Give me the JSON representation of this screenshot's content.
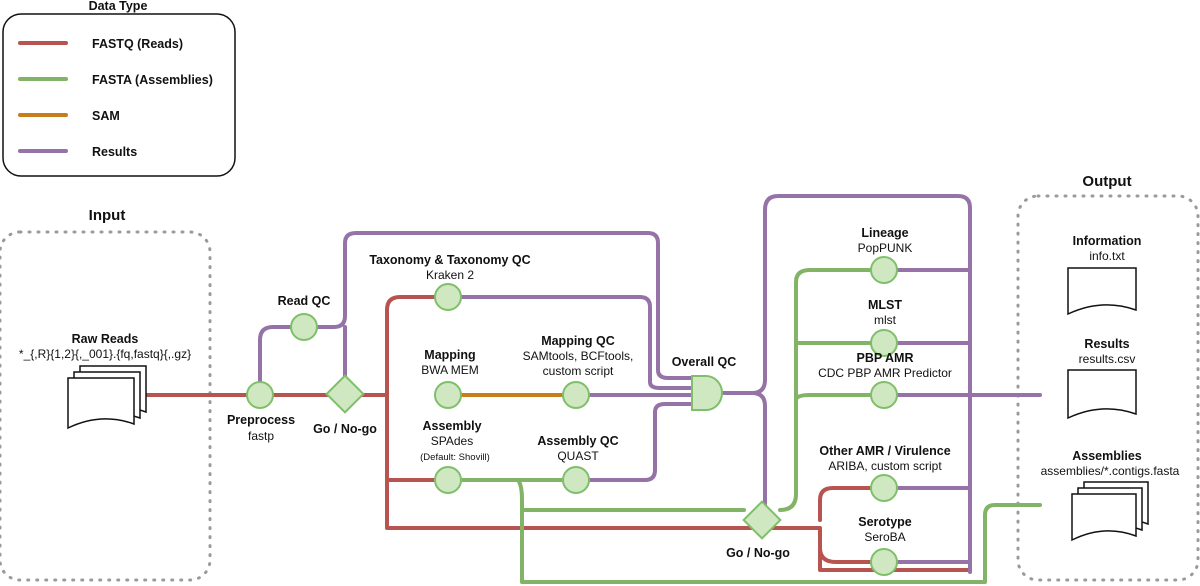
{
  "legend": {
    "title": "Data Type",
    "items": [
      {
        "label": "FASTQ (Reads)",
        "color": "#b85450"
      },
      {
        "label": "FASTA (Assemblies)",
        "color": "#82b366"
      },
      {
        "label": "SAM",
        "color": "#c87d1b"
      },
      {
        "label": "Results",
        "color": "#9673a6"
      }
    ]
  },
  "colors": {
    "reads": "#b85450",
    "assemblies": "#82b366",
    "sam": "#c87d1b",
    "results": "#9673a6",
    "node_fill": "#cfe8c1",
    "node_stroke": "#7fbf6a"
  },
  "input": {
    "title": "Input",
    "raw_reads_label": "Raw Reads",
    "raw_reads_pattern": "*_{,R}{1,2}{,_001}.{fq,fastq}{,.gz}"
  },
  "output": {
    "title": "Output",
    "information_label": "Information",
    "information_file": "info.txt",
    "results_label": "Results",
    "results_file": "results.csv",
    "assemblies_label": "Assemblies",
    "assemblies_file": "assemblies/*.contigs.fasta"
  },
  "steps": {
    "read_qc": "Read QC",
    "preprocess": "Preprocess",
    "preprocess_tool": "fastp",
    "gonogo1": "Go / No-go",
    "taxonomy": "Taxonomy & Taxonomy QC",
    "taxonomy_tool": "Kraken 2",
    "mapping": "Mapping",
    "mapping_tool": "BWA MEM",
    "mapping_qc": "Mapping QC",
    "mapping_qc_tool1": "SAMtools, BCFtools,",
    "mapping_qc_tool2": "custom script",
    "assembly": "Assembly",
    "assembly_tool": "SPAdes",
    "assembly_default": "(Default: Shovill)",
    "assembly_qc": "Assembly QC",
    "assembly_qc_tool": "QUAST",
    "overall_qc": "Overall QC",
    "gonogo2": "Go / No-go",
    "lineage": "Lineage",
    "lineage_tool": "PopPUNK",
    "mlst": "MLST",
    "mlst_tool": "mlst",
    "pbp_amr": "PBP AMR",
    "pbp_amr_tool": "CDC PBP AMR Predictor",
    "other_amr": "Other AMR / Virulence",
    "other_amr_tool": "ARIBA, custom script",
    "serotype": "Serotype",
    "serotype_tool": "SeroBA"
  }
}
